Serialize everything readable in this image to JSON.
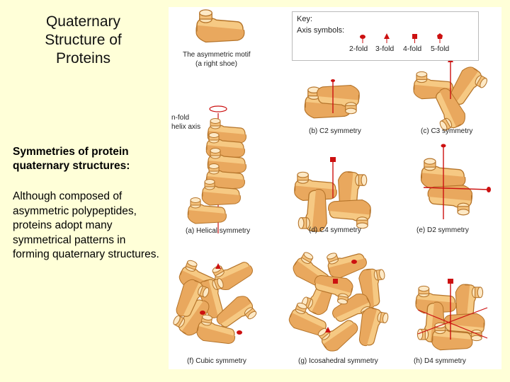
{
  "title": [
    "Quaternary",
    "Structure of",
    "Proteins"
  ],
  "subheading": "Symmetries of protein quaternary structures:",
  "body": "Although composed of asymmetric polypeptides, proteins adopt many symmetrical patterns in forming quaternary structures.",
  "figure": {
    "motif_label": [
      "The asymmetric motif",
      "(a right shoe)"
    ],
    "axis_label": [
      "n-fold",
      "helix axis"
    ],
    "key": {
      "title": "Key:",
      "axis_symbols": "Axis symbols:",
      "folds": [
        "2-fold",
        "3-fold",
        "4-fold",
        "5-fold"
      ]
    },
    "captions": {
      "a": "(a) Helical symmetry",
      "b": "(b) C2 symmetry",
      "c": "(c) C3 symmetry",
      "d": "(d) C4 symmetry",
      "e": "(e) D2 symmetry",
      "f": "(f) Cubic symmetry",
      "g": "(g) Icosahedral symmetry",
      "h": "(h) D4 symmetry"
    },
    "colors": {
      "shoe_fill": "#f6c983",
      "shoe_stroke": "#b5742a",
      "axis": "#cc1010"
    }
  }
}
